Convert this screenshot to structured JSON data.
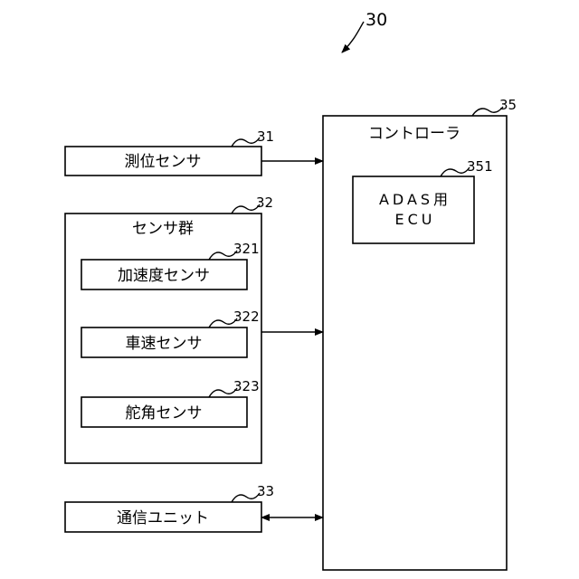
{
  "figure_ref": "30",
  "controller": {
    "ref": "35",
    "label": "コントローラ"
  },
  "adas_ecu": {
    "ref": "351",
    "line1": "ADAS用",
    "line2": "ECU"
  },
  "positioning_sensor": {
    "ref": "31",
    "label": "測位センサ"
  },
  "sensor_group": {
    "ref": "32",
    "label": "センサ群",
    "items": [
      {
        "ref": "321",
        "label": "加速度センサ"
      },
      {
        "ref": "322",
        "label": "車速センサ"
      },
      {
        "ref": "323",
        "label": "舵角センサ"
      }
    ]
  },
  "comm_unit": {
    "ref": "33",
    "label": "通信ユニット"
  }
}
